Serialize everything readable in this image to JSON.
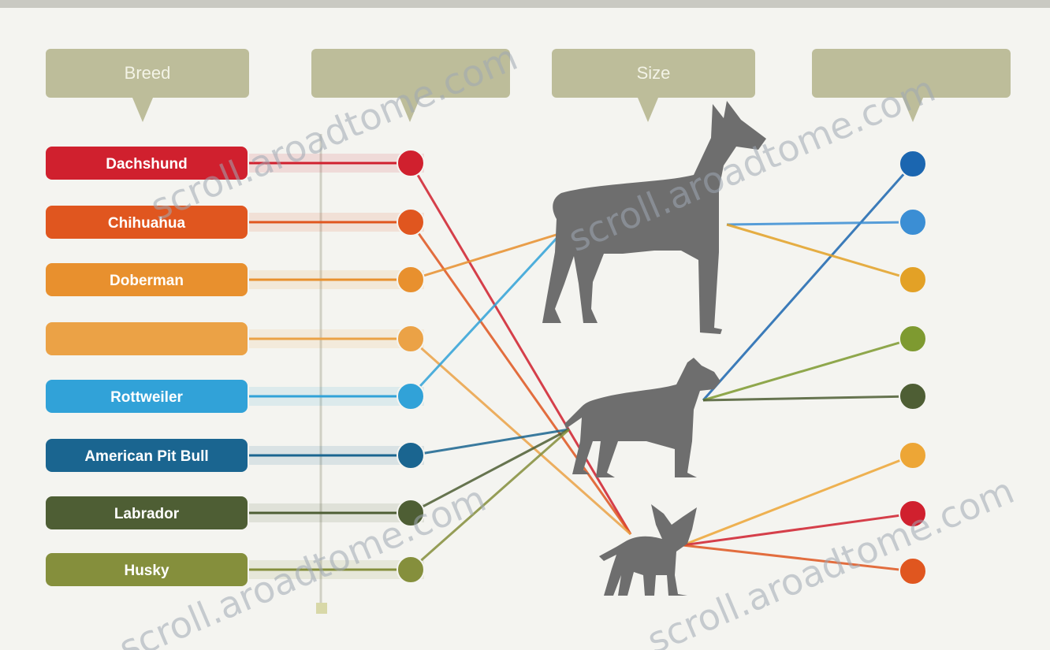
{
  "headers": [
    "Breed",
    "",
    "Size",
    ""
  ],
  "breeds": [
    {
      "label": "Dachshund",
      "color": "#d0202e"
    },
    {
      "label": "Chihuahua",
      "color": "#e0561f"
    },
    {
      "label": "Doberman",
      "color": "#e8902e"
    },
    {
      "label": "",
      "color": "#eba246"
    },
    {
      "label": "Rottweiler",
      "color": "#31a2d8"
    },
    {
      "label": "American Pit Bull",
      "color": "#1a6590"
    },
    {
      "label": "Labrador",
      "color": "#4e5e34"
    },
    {
      "label": "Husky",
      "color": "#858f3c"
    }
  ],
  "right_nodes": [
    {
      "color": "#1b66b0"
    },
    {
      "color": "#3b8ed4"
    },
    {
      "color": "#e3a126"
    },
    {
      "color": "#7e9a30"
    },
    {
      "color": "#4e5e34"
    },
    {
      "color": "#eda636"
    },
    {
      "color": "#d0202e"
    },
    {
      "color": "#e0561f"
    }
  ],
  "sizes": [
    "large",
    "medium",
    "small"
  ],
  "links_breed_to_size": [
    {
      "from": 0,
      "to": "small"
    },
    {
      "from": 1,
      "to": "small"
    },
    {
      "from": 2,
      "to": "large"
    },
    {
      "from": 3,
      "to": "small"
    },
    {
      "from": 4,
      "to": "large"
    },
    {
      "from": 5,
      "to": "medium"
    },
    {
      "from": 6,
      "to": "medium"
    },
    {
      "from": 7,
      "to": "medium"
    }
  ],
  "links_size_to_right": [
    {
      "from": "medium",
      "to": 0
    },
    {
      "from": "large",
      "to": 1
    },
    {
      "from": "large",
      "to": 2
    },
    {
      "from": "medium",
      "to": 3
    },
    {
      "from": "medium",
      "to": 4
    },
    {
      "from": "small",
      "to": 5
    },
    {
      "from": "small",
      "to": 6
    },
    {
      "from": "small",
      "to": 7
    }
  ],
  "icons": {
    "large": "doberman-silhouette-icon",
    "medium": "pit-bull-silhouette-icon",
    "small": "chihuahua-silhouette-icon"
  },
  "watermarks": [
    "scroll.aroadtome.com",
    "scroll.aroadtome.com",
    "scroll.aroadtome.com",
    "scroll.aroadtome.com"
  ]
}
